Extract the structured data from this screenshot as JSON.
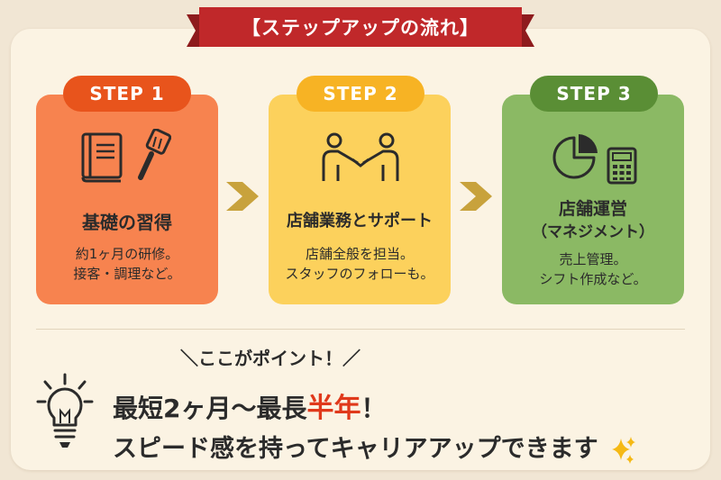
{
  "title": "【ステップアップの流れ】",
  "steps": [
    {
      "badge": "STEP 1",
      "title": "基礎の習得",
      "desc_line1": "約1ヶ月の研修。",
      "desc_line2": "接客・調理など。",
      "icons": [
        "book-icon",
        "spatula-icon"
      ]
    },
    {
      "badge": "STEP 2",
      "title": "店舗業務とサポート",
      "desc_line1": "店舗全般を担当。",
      "desc_line2": "スタッフのフォローも。",
      "icons": [
        "handshake-icon"
      ]
    },
    {
      "badge": "STEP 3",
      "title_line1": "店舗運営",
      "title_line2": "（マネジメント）",
      "desc_line1": "売上管理。",
      "desc_line2": "シフト作成など。",
      "icons": [
        "pie-chart-icon",
        "calculator-icon"
      ]
    }
  ],
  "point": {
    "label": "＼ここがポイント！／",
    "headline_pre": "最短2ヶ月〜最長",
    "headline_accent": "半年",
    "headline_post": "！",
    "subline": "スピード感を持ってキャリアアップできます",
    "icons": [
      "lightbulb-icon",
      "sparkle-icon"
    ]
  },
  "colors": {
    "background": "#f1e6d4",
    "panel": "#fbf3e3",
    "ribbon": "#c0282a",
    "step1": "#f7834f",
    "step1_badge": "#e8541c",
    "step2": "#fcd15c",
    "step2_badge": "#f7b324",
    "step3": "#8bb964",
    "step3_badge": "#5a8e35",
    "arrow": "#c8a23c",
    "accent_text": "#e0391b"
  }
}
